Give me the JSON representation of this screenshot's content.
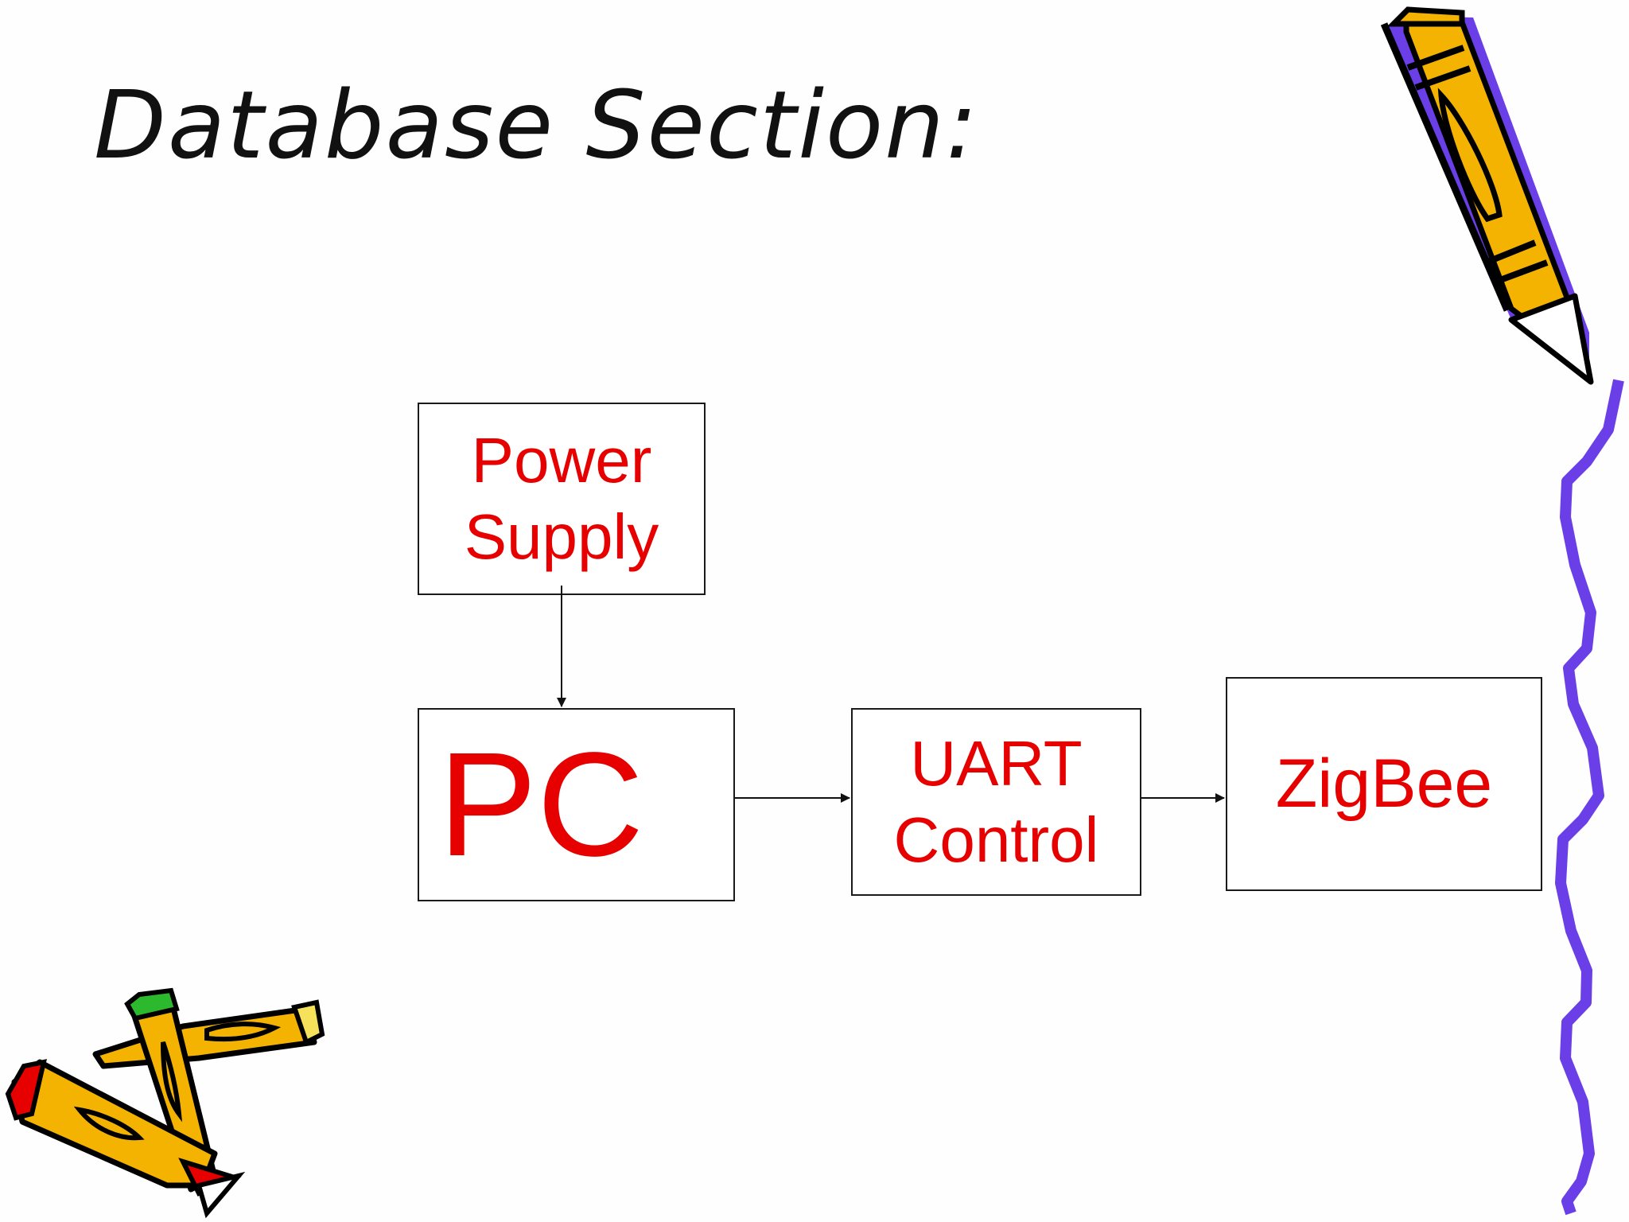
{
  "slide": {
    "title": "Database Section:"
  },
  "diagram": {
    "blocks": {
      "power_supply": "Power Supply",
      "power_supply_lines": [
        "Power",
        "Supply"
      ],
      "pc": "PC",
      "uart_control": "UART Control",
      "uart_control_lines": [
        "UART",
        "Control"
      ],
      "zigbee": "ZigBee"
    },
    "connections": [
      {
        "from": "power_supply",
        "to": "pc"
      },
      {
        "from": "pc",
        "to": "uart_control"
      },
      {
        "from": "uart_control",
        "to": "zigbee"
      }
    ]
  },
  "colors": {
    "block_text": "#e60000",
    "block_border": "#1a1a1a",
    "pencil_body": "#f5b301",
    "pencil_accent": "#6a3fe8",
    "squiggle": "#6a3fe8"
  },
  "decorations": [
    "pencil-icon",
    "crossed-pencils-icon",
    "squiggle-line"
  ]
}
